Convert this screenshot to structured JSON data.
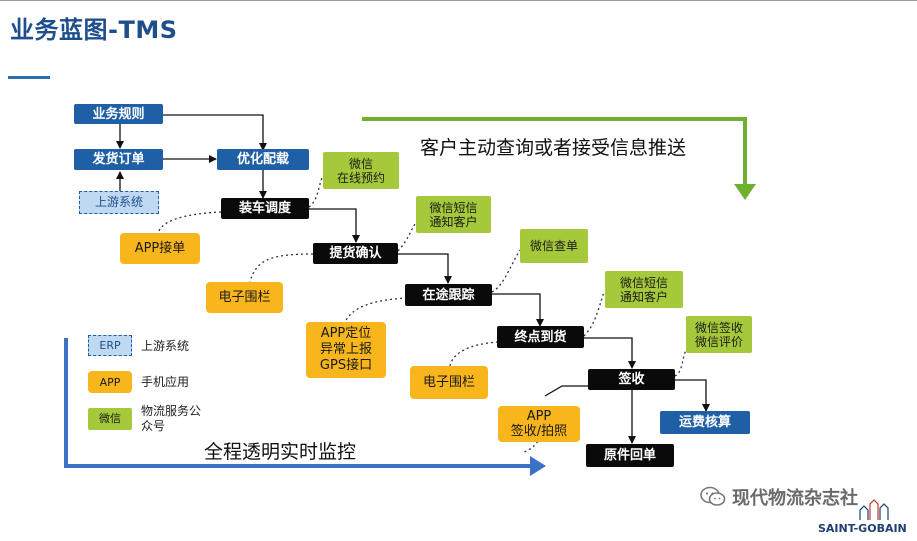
{
  "title": "业务蓝图-TMS",
  "nodes": {
    "business_rules": "业务规则",
    "ship_order": "发货订单",
    "upstream_system": "上游系统",
    "optimize": "优化配载",
    "loading_dispatch": "装车调度",
    "pickup_confirm": "提货确认",
    "in_transit": "在途跟踪",
    "terminal_arrival": "终点到货",
    "sign": "签收",
    "freight_calc": "运费核算",
    "original_receipt": "原件回单"
  },
  "callouts": {
    "app_order": "APP接单",
    "wechat_booking": "微信\n在线预约",
    "geofence1": "电子围栏",
    "wechat_sms1": "微信短信\n通知客户",
    "wechat_query": "微信查单",
    "app_locate": "APP定位\n异常上报\nGPS接口",
    "wechat_sms2": "微信短信\n通知客户",
    "geofence2": "电子围栏",
    "wechat_sign": "微信签收\n微信评价",
    "app_sign": "APP\n签收/拍照"
  },
  "banners": {
    "top": "客户主动查询或者接受信息推送",
    "bottom": "全程透明实时监控"
  },
  "legend": [
    {
      "tag": "ERP",
      "label": "上游系统",
      "style": "dash"
    },
    {
      "tag": "APP",
      "label": "手机应用",
      "style": "orange"
    },
    {
      "tag": "微信",
      "label": "物流服务公众号",
      "style": "green"
    }
  ],
  "watermark": "现代物流杂志社",
  "brand": "SAINT-GOBAIN",
  "colors": {
    "process_blue": "#1f5fa6",
    "process_black": "#0a0a0a",
    "app_orange": "#f8b61c",
    "wechat_green": "#a5c93a",
    "green_arrow": "#6fb02e",
    "blue_arrow": "#3b72c4"
  }
}
